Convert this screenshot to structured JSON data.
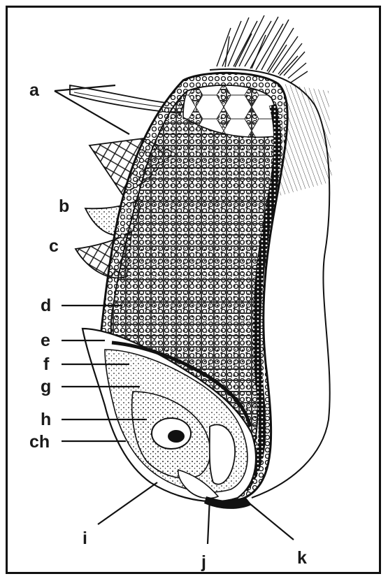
{
  "labels": {
    "a": "a",
    "b": "b",
    "c": "c",
    "d": "d",
    "e": "e",
    "f": "f",
    "g": "g",
    "h": "h",
    "ch": "ch",
    "i": "i",
    "j": "j",
    "k": "k"
  },
  "colors": {
    "ink": "#111111",
    "background": "#ffffff"
  }
}
